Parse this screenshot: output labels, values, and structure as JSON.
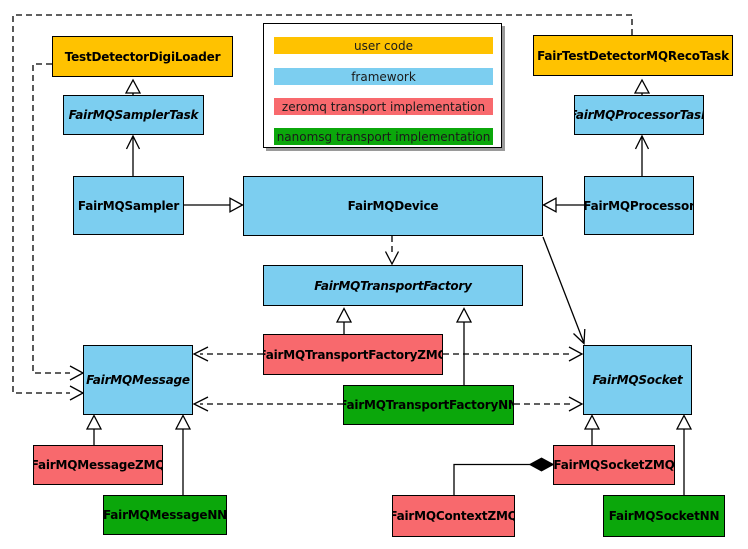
{
  "palette": {
    "user_code": "#FFC200",
    "framework": "#7CCEF0",
    "zeromq": "#F8696D",
    "nanomsg": "#0BA70B",
    "line": "#000000",
    "legend_shadow": "#9A9A9A"
  },
  "legend": {
    "items": [
      {
        "label": "user code",
        "color": "#FFC200"
      },
      {
        "label": "framework",
        "color": "#7CCEF0"
      },
      {
        "label": "zeromq transport implementation",
        "color": "#F8696D"
      },
      {
        "label": "nanomsg transport implementation",
        "color": "#0BA70B"
      }
    ]
  },
  "nodes": {
    "digiLoader": {
      "label": "TestDetectorDigiLoader"
    },
    "recoTask": {
      "label": "FairTestDetectorMQRecoTask"
    },
    "samplerTask": {
      "label": "FairMQSamplerTask"
    },
    "processorTask": {
      "label": "FairMQProcessorTask"
    },
    "sampler": {
      "label": "FairMQSampler"
    },
    "device": {
      "label": "FairMQDevice"
    },
    "processor": {
      "label": "FairMQProcessor"
    },
    "transportFactory": {
      "label": "FairMQTransportFactory"
    },
    "factoryZmq": {
      "label": "FairMQTransportFactoryZMQ"
    },
    "factoryNn": {
      "label": "FairMQTransportFactoryNN"
    },
    "message": {
      "label": "FairMQMessage"
    },
    "socket": {
      "label": "FairMQSocket"
    },
    "messageZmq": {
      "label": "FairMQMessageZMQ"
    },
    "messageNn": {
      "label": "FairMQMessageNN"
    },
    "socketZmq": {
      "label": "FairMQSocketZMQ"
    },
    "contextZmq": {
      "label": "FairMQContextZMQ"
    },
    "socketNn": {
      "label": "FairMQSocketNN"
    }
  }
}
